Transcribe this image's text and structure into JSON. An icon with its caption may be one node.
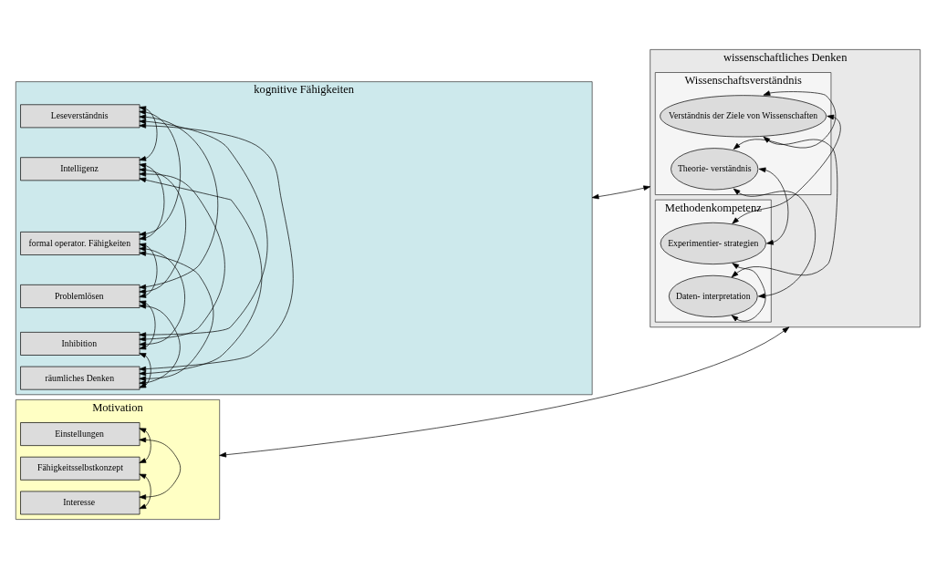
{
  "diagram": {
    "nodes": [
      {
        "text": [
          "kognitive Fähigkeiten"
        ]
      },
      {
        "text": [
          "Leseverständnis"
        ],
        "in": 0
      },
      {
        "text": [
          "Intelligenz"
        ],
        "in": 0
      },
      {
        "text": [
          "formal operator. Fähigkeiten"
        ],
        "in": 0
      },
      {
        "text": [
          "Problemlösen"
        ],
        "in": 0
      },
      {
        "text": [
          "Inhibition"
        ],
        "in": 0
      },
      {
        "text": [
          "räumliches Denken"
        ],
        "in": 0
      },
      {
        "text": [
          "Motivation"
        ]
      },
      {
        "text": [
          "Einstellungen"
        ],
        "in": 7
      },
      {
        "text": [
          "Fähigkeitsselbstkonzept"
        ],
        "in": 7
      },
      {
        "text": [
          "Interesse"
        ],
        "in": 7
      },
      {
        "text": [
          "wissenschaftliches Denken"
        ]
      },
      {
        "text": [
          "Wissenschaftsverständnis"
        ],
        "in": 11
      },
      {
        "text": [
          "Verständnis der Ziele von Wissenschaften"
        ],
        "in": 12
      },
      {
        "text": [
          "Theorie- verständnis"
        ],
        "in": 12
      },
      {
        "text": [
          "Methodenkompetenz"
        ],
        "in": 11
      },
      {
        "text": [
          "Experimentier- strategien"
        ],
        "in": 15
      },
      {
        "text": [
          "Daten- interpretation"
        ],
        "in": 15
      }
    ],
    "edges": [
      {
        "from": 1,
        "to": 2,
        "arrow": "both"
      },
      {
        "from": 1,
        "to": 3,
        "arrow": "both"
      },
      {
        "from": 1,
        "to": 4,
        "arrow": "both"
      },
      {
        "from": 1,
        "to": 5,
        "arrow": "both"
      },
      {
        "from": 1,
        "to": 6,
        "arrow": "both"
      },
      {
        "from": 2,
        "to": 3,
        "arrow": "both"
      },
      {
        "from": 2,
        "to": 4,
        "arrow": "both"
      },
      {
        "from": 2,
        "to": 5,
        "arrow": "both"
      },
      {
        "from": 2,
        "to": 6,
        "arrow": "both"
      },
      {
        "from": 3,
        "to": 4,
        "arrow": "both"
      },
      {
        "from": 3,
        "to": 5,
        "arrow": "both"
      },
      {
        "from": 3,
        "to": 6,
        "arrow": "both"
      },
      {
        "from": 4,
        "to": 5,
        "arrow": "both"
      },
      {
        "from": 4,
        "to": 6,
        "arrow": "both"
      },
      {
        "from": 5,
        "to": 6,
        "arrow": "both"
      },
      {
        "from": 8,
        "to": 9,
        "arrow": "both"
      },
      {
        "from": 8,
        "to": 10,
        "arrow": "both"
      },
      {
        "from": 9,
        "to": 10,
        "arrow": "both"
      },
      {
        "from": 13,
        "to": 14,
        "arrow": "both"
      },
      {
        "from": 13,
        "to": 16,
        "arrow": "both"
      },
      {
        "from": 13,
        "to": 17,
        "arrow": "both"
      },
      {
        "from": 14,
        "to": 16,
        "arrow": "both"
      },
      {
        "from": 14,
        "to": 17,
        "arrow": "both"
      },
      {
        "from": 16,
        "to": 17,
        "arrow": "both"
      },
      {
        "from": 0,
        "to": 11,
        "arrow": "both"
      },
      {
        "from": 7,
        "to": 11,
        "arrow": "both"
      }
    ]
  }
}
